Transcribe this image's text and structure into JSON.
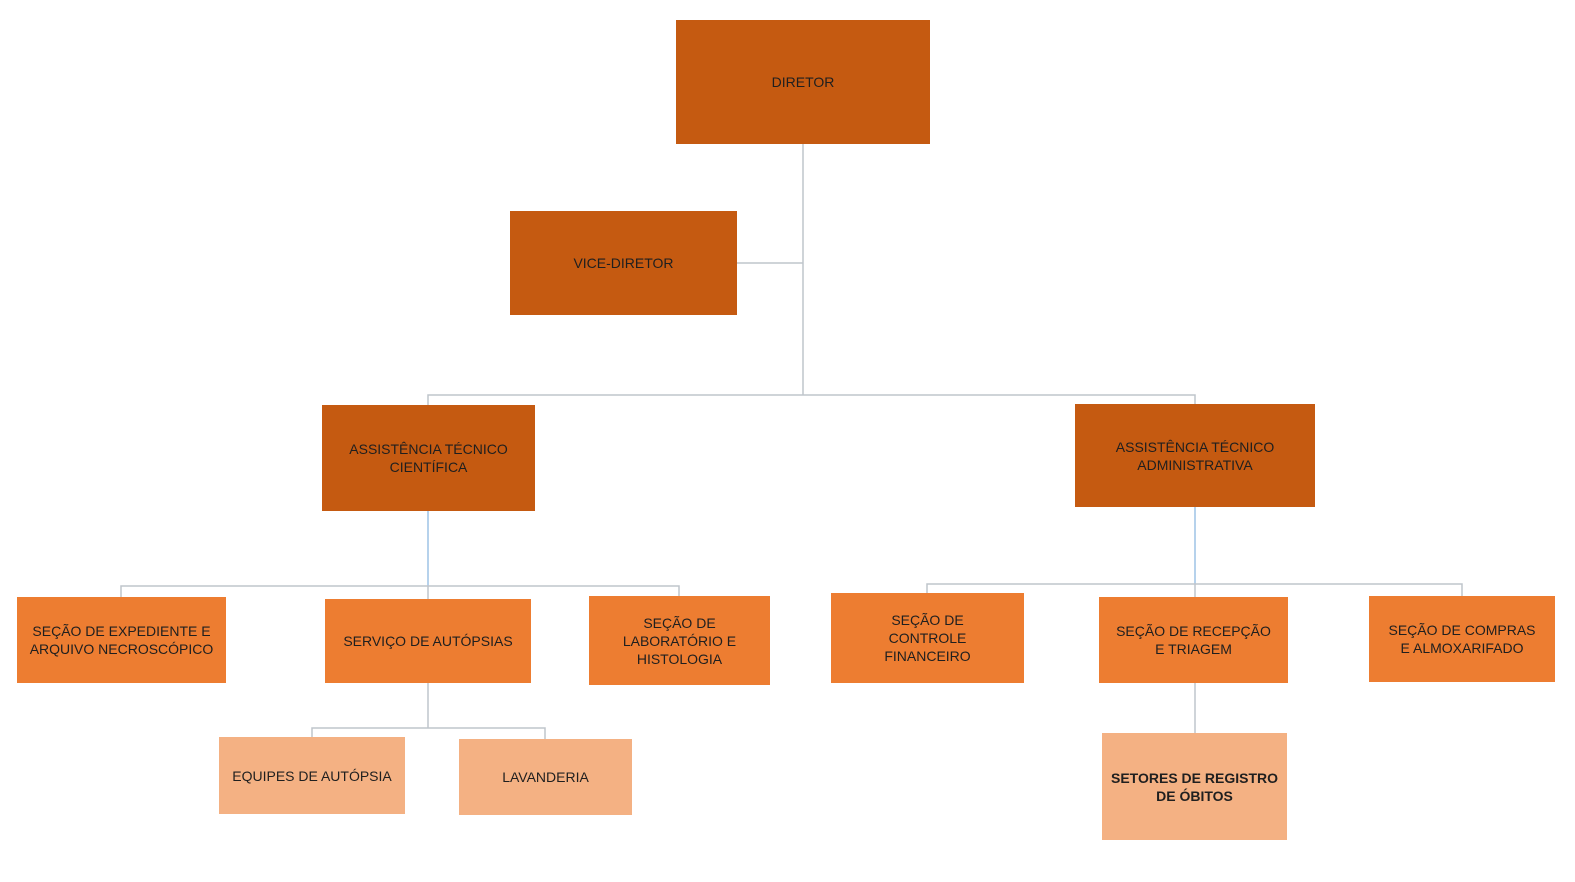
{
  "colors": {
    "dark_orange": "#c55a11",
    "orange": "#ed7d31",
    "light_orange": "#f4b183",
    "connector_main": "#bfc5cc",
    "connector_blue": "#9dc3e6"
  },
  "nodes": {
    "diretor": "DIRETOR",
    "vice_diretor": "VICE-DIRETOR",
    "assist_tec_cientifica": "ASSISTÊNCIA TÉCNICO CIENTÍFICA",
    "assist_tec_administrativa": "ASSISTÊNCIA TÉCNICO ADMINISTRATIVA",
    "secao_expediente": "SEÇÃO DE EXPEDIENTE E ARQUIVO NECROSCÓPICO",
    "servico_autopsias": "SERVIÇO DE AUTÓPSIAS",
    "secao_laboratorio": "SEÇÃO DE LABORATÓRIO E HISTOLOGIA",
    "secao_controle_financeiro": "SEÇÃO DE CONTROLE FINANCEIRO",
    "secao_recepcao": "SEÇÃO DE RECEPÇÃO E TRIAGEM",
    "secao_compras": "SEÇÃO DE COMPRAS E ALMOXARIFADO",
    "equipes_autopsia": "EQUIPES DE AUTÓPSIA",
    "lavanderia": "LAVANDERIA",
    "setores_registro_obitos": "SETORES DE REGISTRO DE ÓBITOS"
  }
}
